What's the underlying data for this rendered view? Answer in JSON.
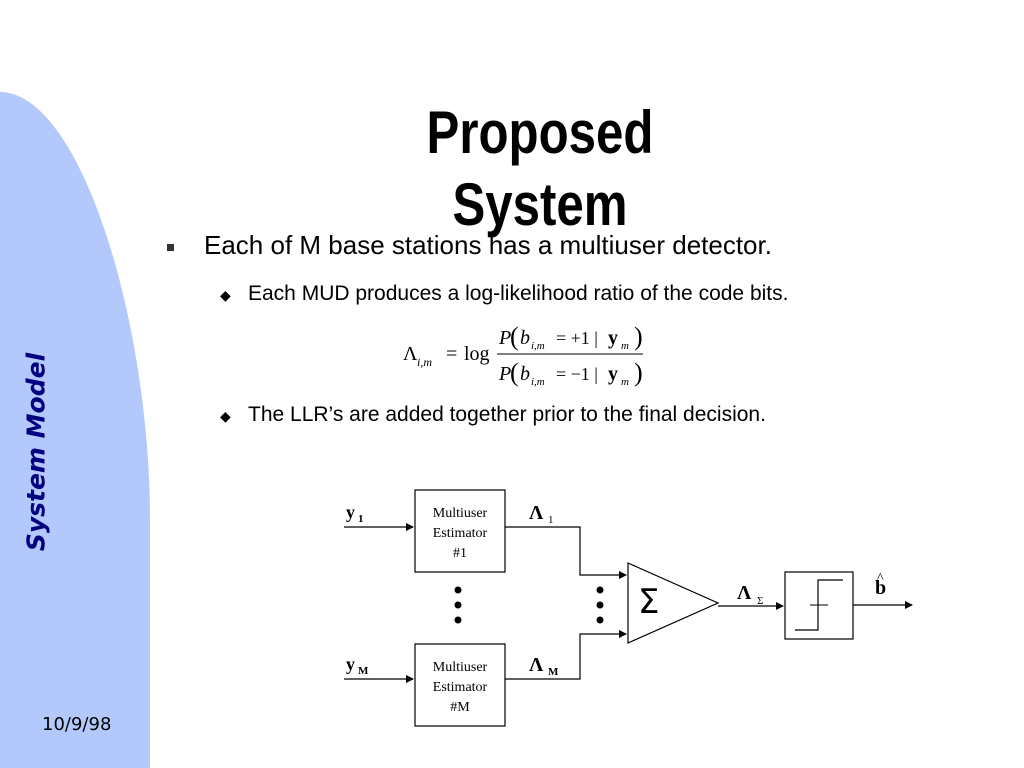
{
  "slide": {
    "title": "Proposed System",
    "side_label": "System Model",
    "date": "10/9/98"
  },
  "bullets": {
    "main": "Each of M base stations has a multiuser detector.",
    "sub1": "Each MUD produces a log-likelihood ratio of the code bits.",
    "sub2": "The LLR’s are added together prior to the final decision."
  },
  "formula": {
    "lhs_symbol": "Λ",
    "lhs_sub": "i,m",
    "equals": "=",
    "log": "log",
    "num_P": "P",
    "num_b": "b",
    "num_b_sub": "i,m",
    "num_cond": "= +1 |",
    "num_y": "y",
    "num_y_sub": "m",
    "den_P": "P",
    "den_b": "b",
    "den_b_sub": "i,m",
    "den_cond": "= −1 |",
    "den_y": "y",
    "den_y_sub": "m"
  },
  "diagram": {
    "input_top": "y",
    "input_top_sub": "1",
    "input_bottom": "y",
    "input_bottom_sub": "M",
    "box_top": [
      "Multiuser",
      "Estimator",
      "#1"
    ],
    "box_bottom": [
      "Multiuser",
      "Estimator",
      "#M"
    ],
    "llr_top": "Λ",
    "llr_top_sub": "1",
    "llr_bottom": "Λ",
    "llr_bottom_sub": "M",
    "sum_out": "Λ",
    "sum_out_sub": "Σ",
    "sum_symbol": "Σ",
    "output": "b",
    "output_hat": "^"
  },
  "colors": {
    "sidebar": "#b3c8fb",
    "side_label": "#000080"
  }
}
